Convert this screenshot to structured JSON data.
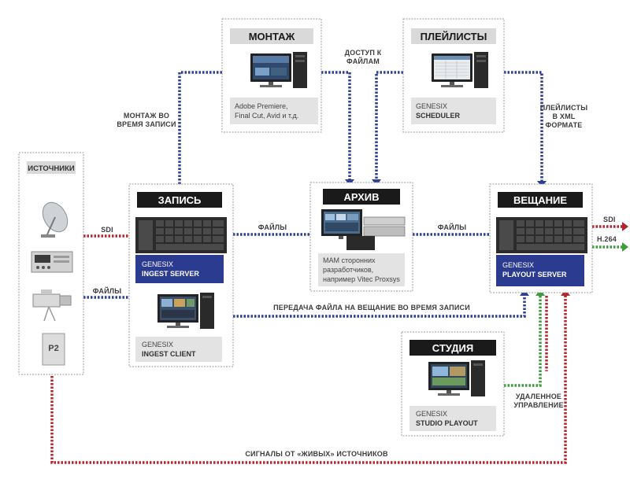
{
  "blocks": {
    "montage": {
      "title": "МОНТАЖ",
      "caption_line1": "Adobe Premiere,",
      "caption_line2": "Final Cut, Avid и т.д."
    },
    "playlists": {
      "title": "ПЛЕЙЛИСТЫ",
      "caption_line1": "GENESIX",
      "caption_line2": "SCHEDULER"
    },
    "sources": {
      "title": "ИСТОЧНИКИ",
      "p2_label": "P2"
    },
    "record": {
      "title": "ЗАПИСЬ",
      "server_line1": "GENESIX",
      "server_line2": "INGEST SERVER",
      "client_line1": "GENESIX",
      "client_line2": "INGEST CLIENT"
    },
    "archive": {
      "title": "АРХИВ",
      "caption_line1": "MAM сторонних",
      "caption_line2": "разработчиков,",
      "caption_line3": "например Vitec Proxsys"
    },
    "broadcast": {
      "title": "ВЕЩАНИЕ",
      "caption_line1": "GENESIX",
      "caption_line2": "PLAYOUT SERVER"
    },
    "studio": {
      "title": "СТУДИЯ",
      "caption_line1": "GENESIX",
      "caption_line2": "STUDIO PLAYOUT"
    }
  },
  "labels": {
    "file_access_1": "ДОСТУП К",
    "file_access_2": "ФАЙЛАМ",
    "montage_during_rec_1": "МОНТАЖ ВО",
    "montage_during_rec_2": "ВРЕМЯ ЗАПИСИ",
    "playlists_xml_1": "ПЛЕЙЛИСТЫ",
    "playlists_xml_2": "В XML",
    "playlists_xml_3": "ФОРМАТЕ",
    "sdi_in": "SDI",
    "files_in": "ФАЙЛЫ",
    "files_to_archive": "ФАЙЛЫ",
    "files_to_broadcast": "ФАЙЛЫ",
    "sdi_out": "SDI",
    "h264_out": "H.264",
    "transfer_during_rec": "ПЕРЕДАЧА ФАЙЛА НА ВЕЩАНИЕ ВО ВРЕМЯ ЗАПИСИ",
    "remote_1": "УДАЛЕННОЕ",
    "remote_2": "УПРАВЛЕНИЕ",
    "live_signals": "СИГНАЛЫ ОТ «ЖИВЫХ» ИСТОЧНИКОВ"
  },
  "colors": {
    "blue_dash": "#2d3f8f",
    "red_dash": "#b3262e",
    "green_dash": "#3c9b3c",
    "title_bar": "#d9d9d9",
    "title_bar_dark": "#1a1a1a",
    "caption_box": "#e3e3e3",
    "caption_box_blue": "#2b3b8f",
    "block_border": "#9a9a9a"
  }
}
